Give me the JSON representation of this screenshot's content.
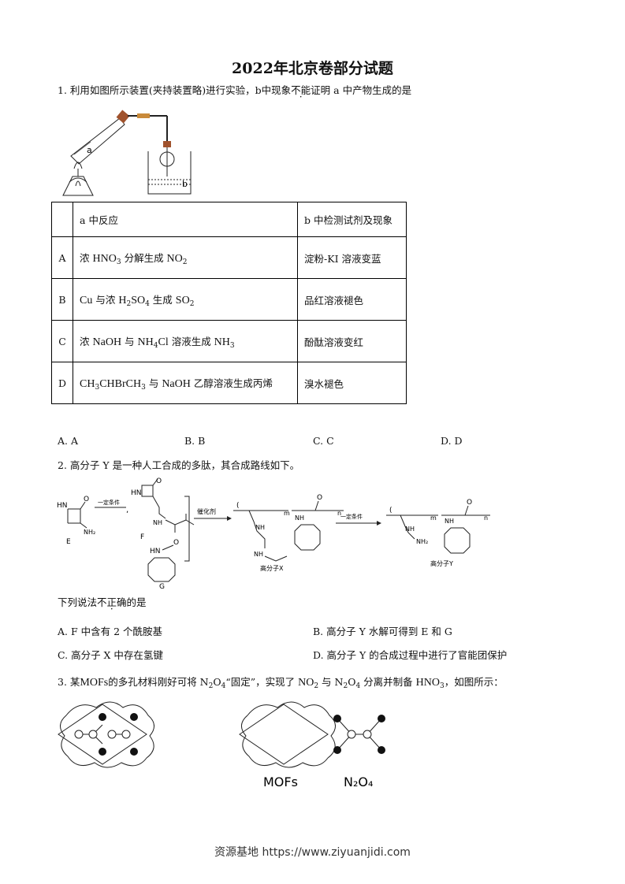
{
  "title": "2022年北京卷部分试题",
  "q1": {
    "pre": "1. 利用如图所示装置(夹持装置略)进行实验，b中现象",
    "emph": "不能",
    "post": "证明 a 中产物生成的是",
    "label_a": "a",
    "label_b": "b",
    "table": {
      "header": [
        "a 中反应",
        "b 中检测试剂及现象"
      ],
      "rows": [
        {
          "key": "A",
          "react": [
            "浓 ",
            "HNO",
            "3",
            " 分解生成 ",
            "NO",
            "2"
          ],
          "detect": "淀粉-KI 溶液变蓝"
        },
        {
          "key": "B",
          "react": [
            "Cu",
            " 与浓 ",
            "H",
            "2",
            "SO",
            "4",
            " 生成 ",
            "SO",
            "2"
          ],
          "detect": "品红溶液褪色"
        },
        {
          "key": "C",
          "react": [
            "浓 ",
            "NaOH",
            " 与 ",
            "NH",
            "4",
            "Cl",
            " 溶液生成 ",
            "NH",
            "3"
          ],
          "detect": "酚酞溶液变红"
        },
        {
          "key": "D",
          "react": [
            "CH",
            "3",
            "CHBrCH",
            "3",
            " 与 ",
            "NaOH",
            " 乙醇溶液生成丙烯"
          ],
          "detect": "溴水褪色"
        }
      ]
    },
    "choices": [
      "A. A",
      "B. B",
      "C. C",
      "D. D"
    ]
  },
  "q2": {
    "stem": "2. 高分子 Y 是一种人工合成的多肽，其合成路线如下。",
    "labels": {
      "E": "E",
      "F": "F",
      "G": "G",
      "X": "高分子X",
      "Y": "高分子Y",
      "step1": "一定条件",
      "step2": "催化剂",
      "step3": "一定条件",
      "m": "m",
      "n": "n",
      "HN": "HN",
      "NH": "NH",
      "O": "O",
      "NH2": "NH₂"
    },
    "question_pre": "下列说法",
    "question_emph": "不正确",
    "question_post": "的是",
    "choices": [
      "A. F 中含有 2 个酰胺基",
      "B.  高分子 Y 水解可得到 E 和 G",
      "C.  高分子 X 中存在氢键",
      "D.  高分子 Y 的合成过程中进行了官能团保护"
    ]
  },
  "q3": {
    "pre": "3. 某",
    "mofs": "MOFs",
    "mid1": "的多孔材料刚好可将 N",
    "n2o4_sub1": "2",
    "mid2": "O",
    "n2o4_sub2": "4",
    "mid3": "“固定”，实现了 ",
    "no2": "NO",
    "no2_sub": "2",
    "mid4": " 与 N",
    "s3": "2",
    "mid5": "O",
    "s4": "4",
    "mid6": " 分离并制备 ",
    "hno3": "HNO",
    "hno3_sub": "3",
    "end": "，如图所示：",
    "label_mofs": "MOFs",
    "label_n2o4": "N₂O₄"
  },
  "footer": "资源基地 https://www.ziyuanjidi.com"
}
